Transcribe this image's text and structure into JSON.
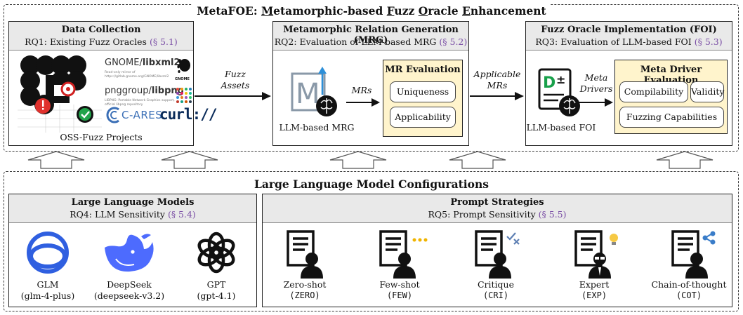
{
  "main_title": {
    "prefix": "MetaFOE: ",
    "u1": "M",
    "t1": "etamorphic-based ",
    "u2": "F",
    "t2": "uzz ",
    "u3": "O",
    "t3": "racle ",
    "u4": "E",
    "t4": "nhancement"
  },
  "llm_config_title": "Large Language Model Configurations",
  "panels": {
    "data_collection": {
      "title": "Data Collection",
      "subtitle": "RQ1: Existing Fuzz Oracles",
      "section": "(§ 5.1)",
      "caption": "OSS-Fuzz Projects",
      "projects": {
        "gnome": "GNOME/",
        "libxml2": "libxml2",
        "gnome_desc": "Read-only mirror of https://gitlab.gnome.org/GNOME/libxml2",
        "pnggroup": "pnggroup/",
        "libpng": "libpng",
        "libpng_desc": "LIBPNG: Portable Network Graphics support, official libpng repository",
        "cares": "C-ARES",
        "curl": "curl://",
        "gnome_logo": "GNOME"
      }
    },
    "mrg": {
      "title": "Metamorphic Relation Generation (MRG)",
      "subtitle": "RQ2: Evaluation of  LLM-based MRG",
      "section": "(§ 5.2)",
      "engine_caption": "LLM-based MRG",
      "eval_title": "MR Evaluation",
      "items": [
        "Uniqueness",
        "Applicability"
      ]
    },
    "foi": {
      "title": "Fuzz Oracle Implementation (FOI)",
      "subtitle": "RQ3: Evaluation of  LLM-based FOI",
      "section": "(§ 5.3)",
      "engine_caption": "LLM-based FOI",
      "eval_title": "Meta Driver Evaluation",
      "items": [
        "Compilability",
        "Validity",
        "Fuzzing Capabilities"
      ]
    },
    "llms": {
      "title": "Large Language Models",
      "subtitle": "RQ4: LLM Sensitivity",
      "section": "(§ 5.4)",
      "models": [
        {
          "name": "GLM",
          "version": "(glm-4-plus)"
        },
        {
          "name": "DeepSeek",
          "version": "(deepseek-v3.2)"
        },
        {
          "name": "GPT",
          "version": "(gpt-4.1)"
        }
      ]
    },
    "prompts": {
      "title": "Prompt Strategies",
      "subtitle": "RQ5: Prompt Sensitivity",
      "section": "(§ 5.5)",
      "strategies": [
        {
          "name": "Zero-shot",
          "code": "(ZERO)"
        },
        {
          "name": "Few-shot",
          "code": "(FEW)"
        },
        {
          "name": "Critique",
          "code": "(CRI)"
        },
        {
          "name": "Expert",
          "code": "(EXP)"
        },
        {
          "name": "Chain-of-thought",
          "code": "(COT)"
        }
      ]
    }
  },
  "arrows": {
    "fuzz_assets": [
      "Fuzz",
      "Assets"
    ],
    "mrs": "MRs",
    "applicable_mrs": [
      "Applicable",
      "MRs"
    ],
    "meta_drivers": [
      "Meta",
      "Drivers"
    ]
  },
  "icons": {
    "mrg_engine": "m-document-icon",
    "foi_engine": "d-plus-minus-document-icon",
    "brain": "brain-icon",
    "glm": "glm-logo-icon",
    "deepseek": "whale-logo-icon",
    "gpt": "openai-logo-icon",
    "prompt": "person-document-icon"
  },
  "colors": {
    "eval_box": "#fff4cc",
    "panel_head": "#e9e9e9",
    "section_ref": "#7b4fa6",
    "glm_blue": "#2f5fe0",
    "deepseek_blue": "#4d6bfe",
    "foi_green": "#18a04a",
    "mrg_blue": "#2d8fd8"
  }
}
